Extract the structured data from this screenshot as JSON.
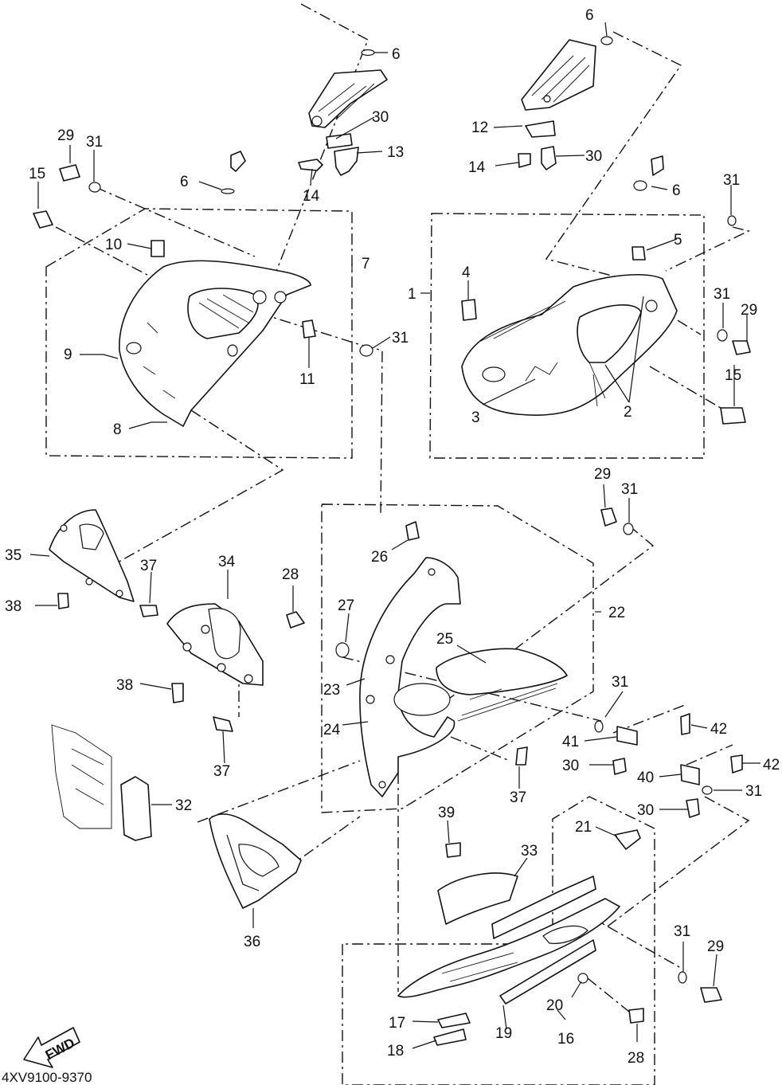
{
  "diagram": {
    "code": "4XV9100-9370",
    "fwd_label": "FWD",
    "labels": {
      "l1": "1",
      "l2": "2",
      "l3": "3",
      "l4": "4",
      "l5": "5",
      "l6": "6",
      "l7": "7",
      "l8": "8",
      "l9": "9",
      "l10": "10",
      "l11": "11",
      "l12": "12",
      "l13": "13",
      "l14": "14",
      "l15": "15",
      "l16": "16",
      "l17": "17",
      "l18": "18",
      "l19": "19",
      "l20": "20",
      "l21": "21",
      "l22": "22",
      "l23": "23",
      "l24": "24",
      "l25": "25",
      "l26": "26",
      "l27": "27",
      "l28": "28",
      "l29": "29",
      "l30": "30",
      "l31": "31",
      "l32": "32",
      "l33": "33",
      "l34": "34",
      "l35": "35",
      "l36": "36",
      "l37": "37",
      "l38": "38",
      "l39": "39",
      "l40": "40",
      "l41": "41",
      "l42": "42"
    }
  }
}
